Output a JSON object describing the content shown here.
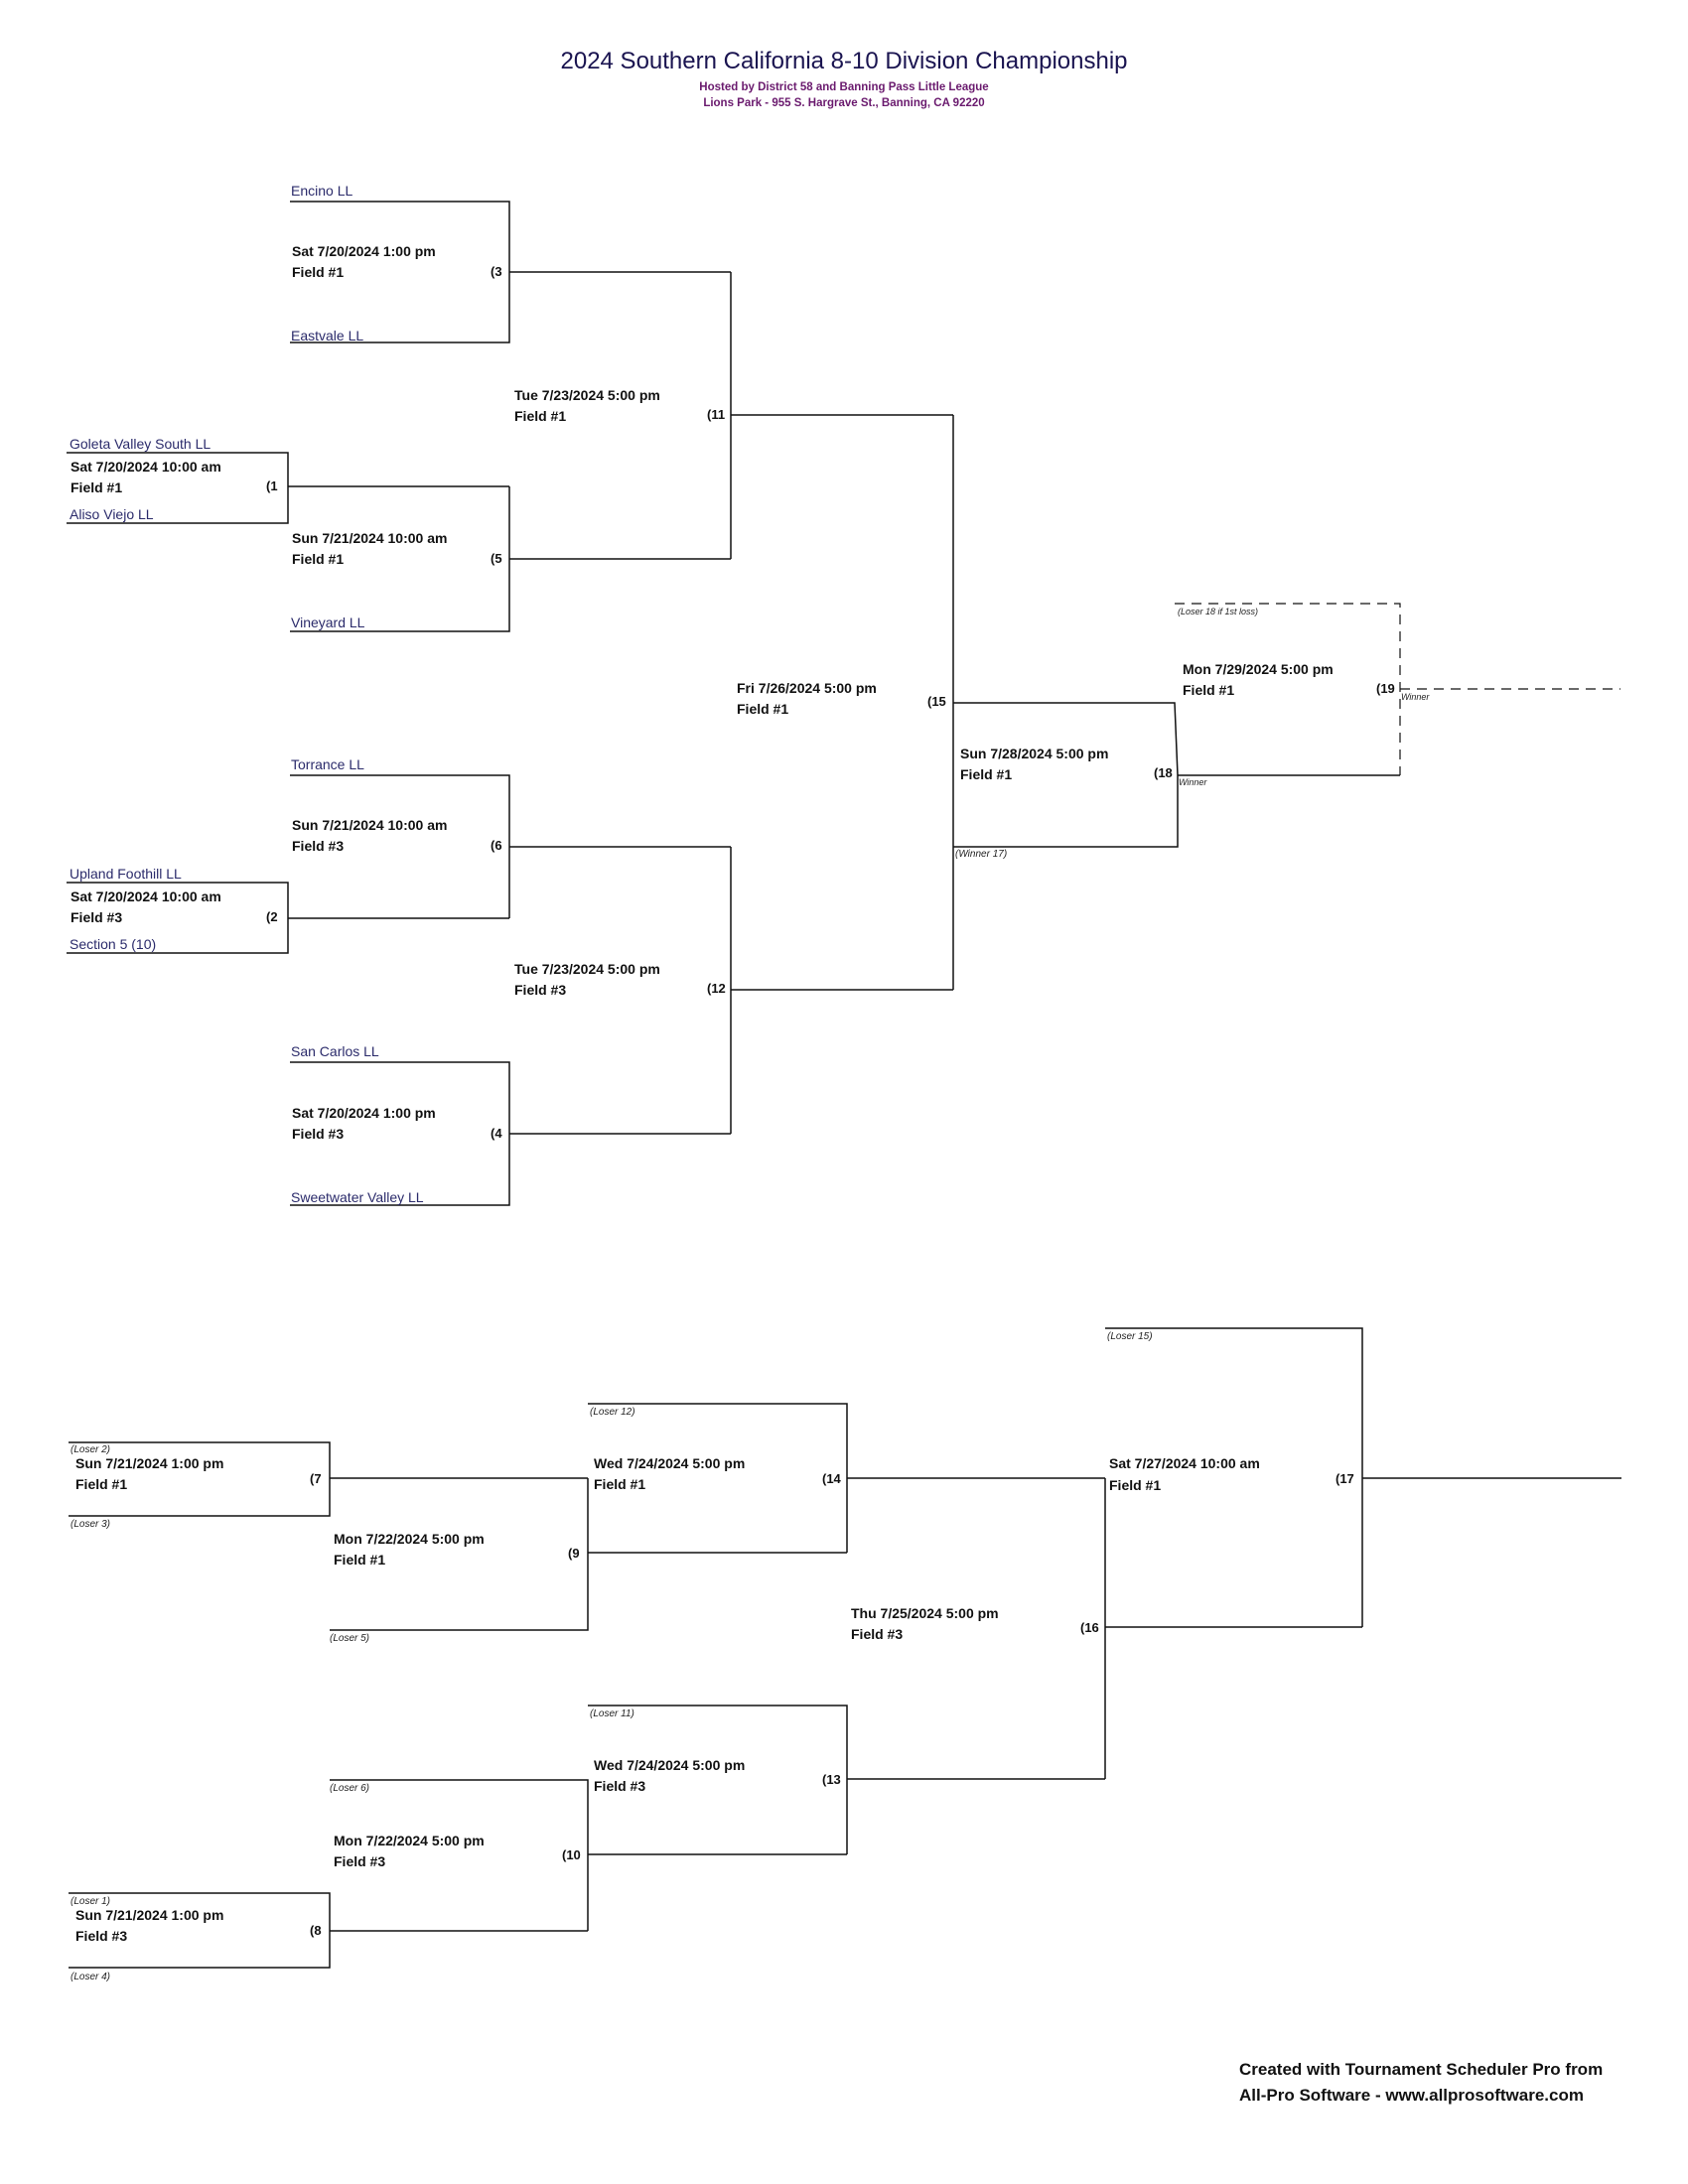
{
  "header": {
    "title": "2024 Southern California 8-10 Division Championship",
    "subtitle1": "Hosted by District 58 and Banning Pass Little League",
    "subtitle2": "Lions Park - 955 S. Hargrave St., Banning, CA 92220",
    "title_color": "#1a1450",
    "subtitle_color": "#6a1a6e"
  },
  "winners_bracket": {
    "games": [
      {
        "id": "3",
        "label": "(3",
        "time": "Sat 7/20/2024 1:00 pm",
        "field": "Field #1",
        "top_team": "Encino  LL",
        "bottom_team": "Eastvale LL"
      },
      {
        "id": "1",
        "label": "(1",
        "time": "Sat 7/20/2024 10:00 am",
        "field": "Field #1",
        "top_team": "Goleta Valley South  LL",
        "bottom_team": "Aliso Viejo LL"
      },
      {
        "id": "5",
        "label": "(5",
        "time": "Sun 7/21/2024 10:00 am",
        "field": "Field #1",
        "bottom_team": "Vineyard LL"
      },
      {
        "id": "11",
        "label": "(11",
        "time": "Tue 7/23/2024 5:00 pm",
        "field": "Field #1"
      },
      {
        "id": "6",
        "label": "(6",
        "time": "Sun 7/21/2024 10:00 am",
        "field": "Field #3",
        "top_team": "Torrance LL"
      },
      {
        "id": "2",
        "label": "(2",
        "time": "Sat 7/20/2024 10:00 am",
        "field": "Field #3",
        "top_team": "Upland Foothill  LL",
        "bottom_team": "Section 5 (10)"
      },
      {
        "id": "12",
        "label": "(12",
        "time": "Tue 7/23/2024 5:00 pm",
        "field": "Field #3"
      },
      {
        "id": "4",
        "label": "(4",
        "time": "Sat 7/20/2024 1:00 pm",
        "field": "Field #3",
        "top_team": "San Carlos LL",
        "bottom_team": "Sweetwater Valley   LL"
      },
      {
        "id": "15",
        "label": "(15",
        "time": "Fri 7/26/2024 5:00 pm",
        "field": "Field #1"
      },
      {
        "id": "18",
        "label": "(18",
        "time": "Sun 7/28/2024 5:00 pm",
        "field": "Field #1",
        "bottom_note": "(Winner 17)",
        "winner_note": "Winner"
      },
      {
        "id": "19",
        "label": "(19",
        "time": "Mon 7/29/2024 5:00 pm",
        "field": "Field #1",
        "top_note": "(Loser 18 if 1st loss)",
        "winner_note": "Winner",
        "conditional": true
      }
    ]
  },
  "losers_bracket": {
    "games": [
      {
        "id": "7",
        "label": "(7",
        "time": "Sun 7/21/2024 1:00 pm",
        "field": "Field #1",
        "top_note": "(Loser 2)",
        "bottom_note": "(Loser 3)"
      },
      {
        "id": "9",
        "label": "(9",
        "time": "Mon 7/22/2024 5:00 pm",
        "field": "Field #1",
        "bottom_note": "(Loser 5)"
      },
      {
        "id": "14",
        "label": "(14",
        "time": "Wed 7/24/2024 5:00 pm",
        "field": "Field #1",
        "top_note": "(Loser 12)"
      },
      {
        "id": "8",
        "label": "(8",
        "time": "Sun 7/21/2024 1:00 pm",
        "field": "Field #3",
        "top_note": "(Loser 1)",
        "bottom_note": "(Loser 4)"
      },
      {
        "id": "10",
        "label": "(10",
        "time": "Mon 7/22/2024 5:00 pm",
        "field": "Field #3",
        "top_note": "(Loser 6)"
      },
      {
        "id": "13",
        "label": "(13",
        "time": "Wed 7/24/2024 5:00 pm",
        "field": "Field #3",
        "top_note": "(Loser 11)"
      },
      {
        "id": "16",
        "label": "(16",
        "time": "Thu 7/25/2024 5:00 pm",
        "field": "Field #3"
      },
      {
        "id": "17",
        "label": "(17",
        "time": "Sat 7/27/2024 10:00 am",
        "field": "Field #1",
        "top_note": "(Loser 15)"
      }
    ]
  },
  "footer": {
    "line1": "Created with Tournament Scheduler Pro from",
    "line2": "All-Pro Software - www.allprosoftware.com"
  }
}
